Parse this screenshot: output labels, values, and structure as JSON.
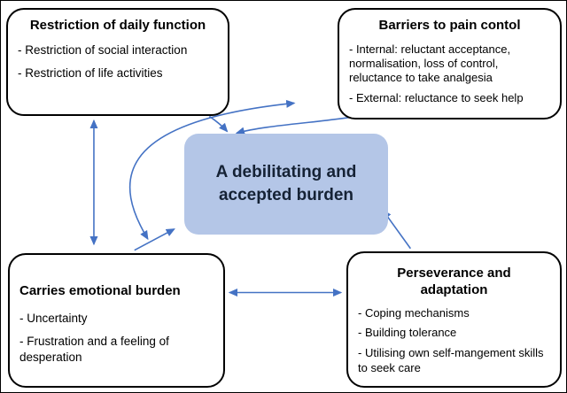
{
  "diagram": {
    "center": {
      "title": "A debilitating and accepted burden"
    },
    "boxes": [
      {
        "id": "restriction-of-daily-function",
        "title": "Restriction of daily function",
        "items": [
          "- Restriction of social interaction",
          "- Restriction of life activities"
        ]
      },
      {
        "id": "barriers-to-pain-control",
        "title": "Barriers to pain contol",
        "items": [
          "- Internal: reluctant acceptance, normalisation, loss of control, reluctance to take analgesia",
          "- External: reluctance to seek help"
        ]
      },
      {
        "id": "carries-emotional-burden",
        "title": "Carries emotional burden",
        "items": [
          "- Uncertainty",
          "- Frustration and a feeling of desperation"
        ]
      },
      {
        "id": "perseverance-and-adaptation",
        "title": "Perseverance and adaptation",
        "items": [
          "- Coping mechanisms",
          "- Building tolerance",
          "- Utilising own self-mangement skills to seek care"
        ]
      }
    ],
    "colors": {
      "arrow": "#4472C4",
      "center_fill": "#B4C6E7",
      "box_border": "#000000",
      "center_text": "#152235"
    }
  }
}
